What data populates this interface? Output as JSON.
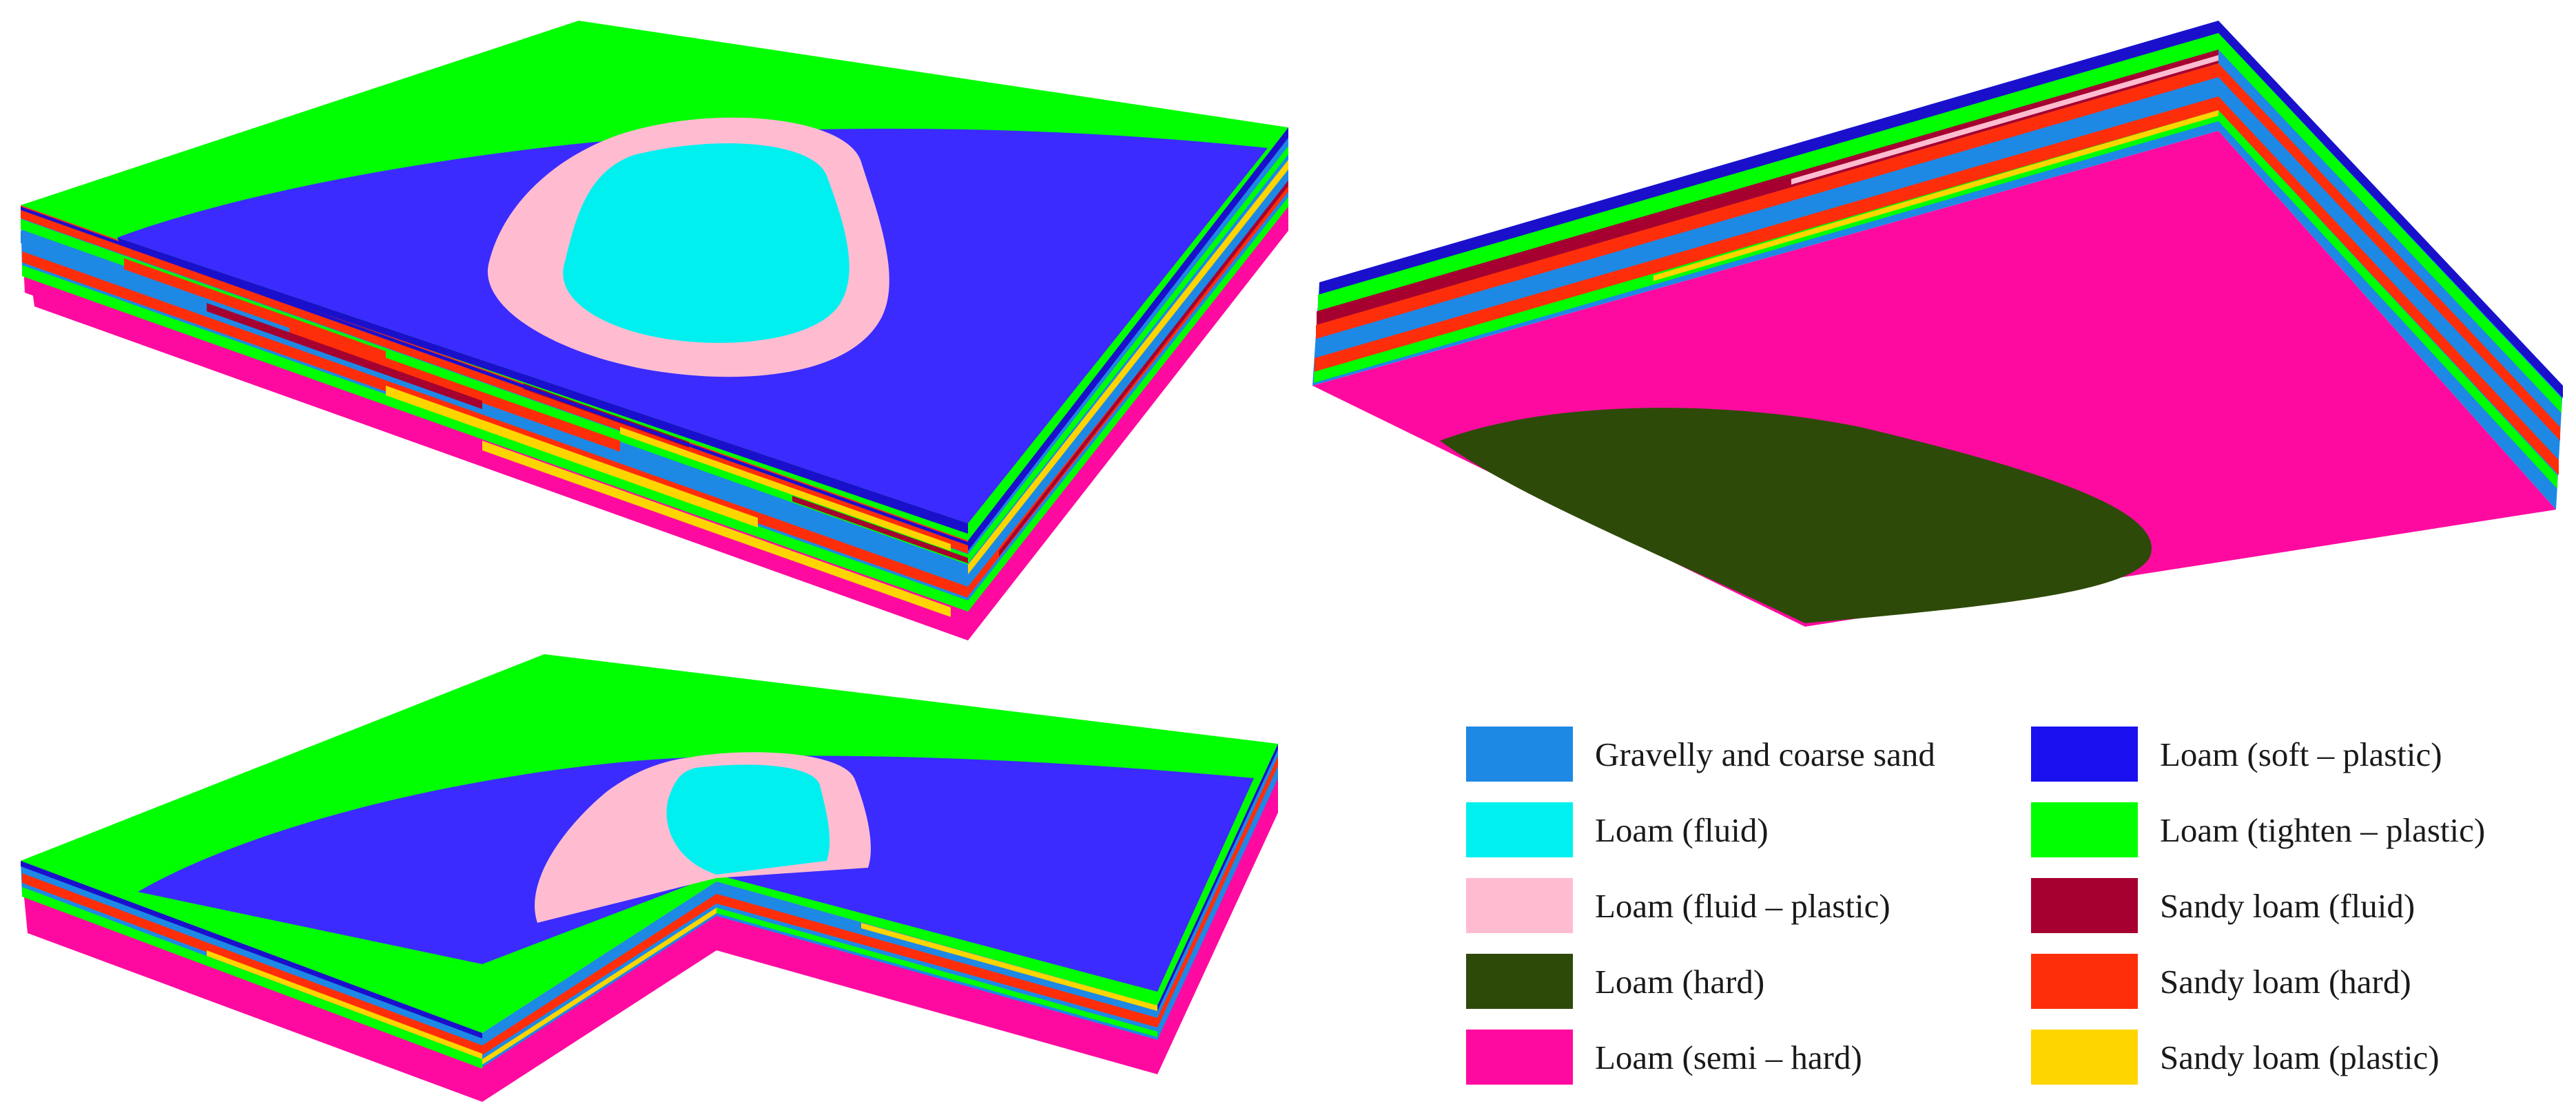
{
  "colors": {
    "gravelly_coarse_sand": "#1E88E5",
    "loam_fluid": "#00F0F0",
    "loam_fluid_plastic": "#FFBCD0",
    "loam_hard": "#2E4A09",
    "loam_semi_hard": "#FF0AA0",
    "loam_soft_plastic": "#3B2BFF",
    "loam_soft_plastic_edge": "#1A10CC",
    "loam_tighten_plastic": "#00FF00",
    "sandy_loam_fluid": "#A50030",
    "sandy_loam_hard": "#FF2E0A",
    "sandy_loam_plastic": "#FFD500"
  },
  "legend": {
    "items": [
      {
        "key": "gravelly_coarse_sand",
        "label": "Gravelly and coarse sand",
        "color": "#1E88E5"
      },
      {
        "key": "loam_fluid",
        "label": "Loam (fluid)",
        "color": "#00F0F0"
      },
      {
        "key": "loam_fluid_plastic",
        "label": "Loam (fluid – plastic)",
        "color": "#FFBCD0"
      },
      {
        "key": "loam_hard",
        "label": "Loam (hard)",
        "color": "#2E4A09"
      },
      {
        "key": "loam_semi_hard",
        "label": "Loam (semi – hard)",
        "color": "#FF0AA0"
      },
      {
        "key": "loam_soft_plastic",
        "label": "Loam (soft – plastic)",
        "color": "#1A10F0"
      },
      {
        "key": "loam_tighten_plastic",
        "label": "Loam (tighten – plastic)",
        "color": "#00FF00"
      },
      {
        "key": "sandy_loam_fluid",
        "label": "Sandy loam (fluid)",
        "color": "#A50030"
      },
      {
        "key": "sandy_loam_hard",
        "label": "Sandy loam (hard)",
        "color": "#FF2E0A"
      },
      {
        "key": "sandy_loam_plastic",
        "label": "Sandy loam (plastic)",
        "color": "#FFD500"
      }
    ]
  }
}
